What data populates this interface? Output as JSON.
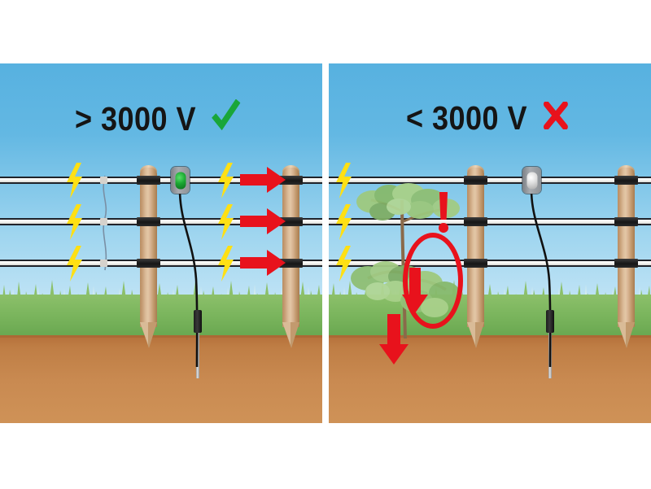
{
  "figure": {
    "type": "comparison-illustration",
    "subject": "electric-fence-voltage-comparison",
    "panels": [
      {
        "id": "good",
        "side": "left",
        "caption": "> 3000 V",
        "mark_icon": "green-check-icon",
        "mark_color": "#19a63a",
        "verdict": "adequate-voltage",
        "indicator_state": "on",
        "indicator_color": "#1aa832",
        "lightning_count": 6,
        "arrow_direction": "right",
        "arrow_count": 3,
        "vegetation_present": false,
        "wire_rows": 3,
        "posts": 2,
        "ground_rod": true
      },
      {
        "id": "bad",
        "side": "right",
        "caption": "< 3000 V",
        "mark_icon": "red-cross-icon",
        "mark_color": "#e8121c",
        "verdict": "voltage-loss",
        "indicator_state": "off",
        "indicator_color": "#dcdcdc",
        "lightning_count": 3,
        "arrow_direction": "down",
        "arrow_count": 2,
        "vegetation_present": true,
        "warning_icon": "exclamation-mark-icon",
        "highlight_icon": "red-ellipse-icon",
        "wire_rows": 3,
        "posts": 2,
        "ground_rod": true
      }
    ]
  },
  "scene": {
    "sky_color": "#63b8e3",
    "grass_color": "#79b45c",
    "soil_color": "#c98a51",
    "wire_color": "#20232a",
    "post_color": "#d7b391",
    "bolt_color": "#ffe014",
    "arrow_color": "#e8121c",
    "background_color": "#ffffff"
  },
  "symbols": {
    "check": "✓",
    "cross": "✗",
    "bolt": "lightning-bolt-icon",
    "arrow_right": "arrow-right-icon",
    "arrow_down": "arrow-down-icon"
  }
}
